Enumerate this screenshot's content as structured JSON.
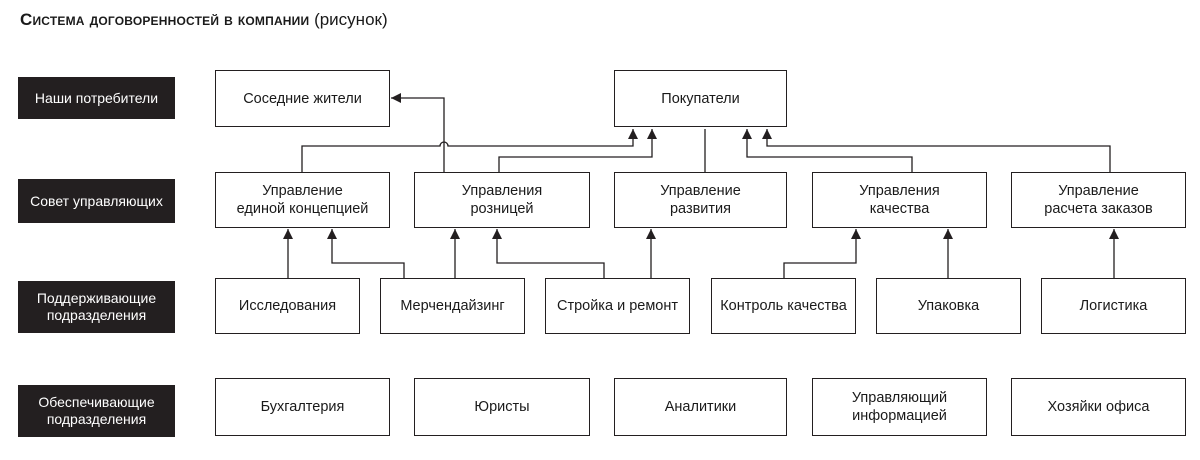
{
  "title": {
    "bold": "Система договоренностей в компании",
    "normal": "(рисунок)"
  },
  "rows": [
    {
      "id": "consumers",
      "label": "Наши потребители"
    },
    {
      "id": "council",
      "label": "Совет управляющих"
    },
    {
      "id": "support",
      "label": "Поддерживающие\nподразделения"
    },
    {
      "id": "provide",
      "label": "Обеспечивающие\nподразделения"
    }
  ],
  "nodes": {
    "neighbors": "Соседние жители",
    "buyers": "Покупатели",
    "concept": "Управление\nединой концепцией",
    "retail": "Управления\nрозницей",
    "development": "Управление\nразвития",
    "quality_mgmt": "Управления\nкачества",
    "orders": "Управление\nрасчета заказов",
    "research": "Исследования",
    "merch": "Мерчендайзинг",
    "construction": "Стройка и ремонт",
    "quality_ctrl": "Контроль качества",
    "packaging": "Упаковка",
    "logistics": "Логистика",
    "accounting": "Бухгалтерия",
    "lawyers": "Юристы",
    "analytics": "Аналитики",
    "info_mgr": "Управляющий\nинформацией",
    "office": "Хозяйки офиса"
  },
  "links": [
    {
      "from": "concept",
      "to": "buyers"
    },
    {
      "from": "retail",
      "to": "buyers"
    },
    {
      "from": "retail",
      "to": "neighbors"
    },
    {
      "from": "development",
      "to": "buyers"
    },
    {
      "from": "quality_mgmt",
      "to": "buyers"
    },
    {
      "from": "orders",
      "to": "buyers"
    },
    {
      "from": "research",
      "to": "concept"
    },
    {
      "from": "merch",
      "to": "concept"
    },
    {
      "from": "merch",
      "to": "retail"
    },
    {
      "from": "construction",
      "to": "retail"
    },
    {
      "from": "construction",
      "to": "development"
    },
    {
      "from": "quality_ctrl",
      "to": "quality_mgmt"
    },
    {
      "from": "packaging",
      "to": "quality_mgmt"
    },
    {
      "from": "logistics",
      "to": "orders"
    }
  ],
  "colors": {
    "line": "#231f20",
    "label_bg": "#231f20",
    "label_text": "#ffffff"
  }
}
